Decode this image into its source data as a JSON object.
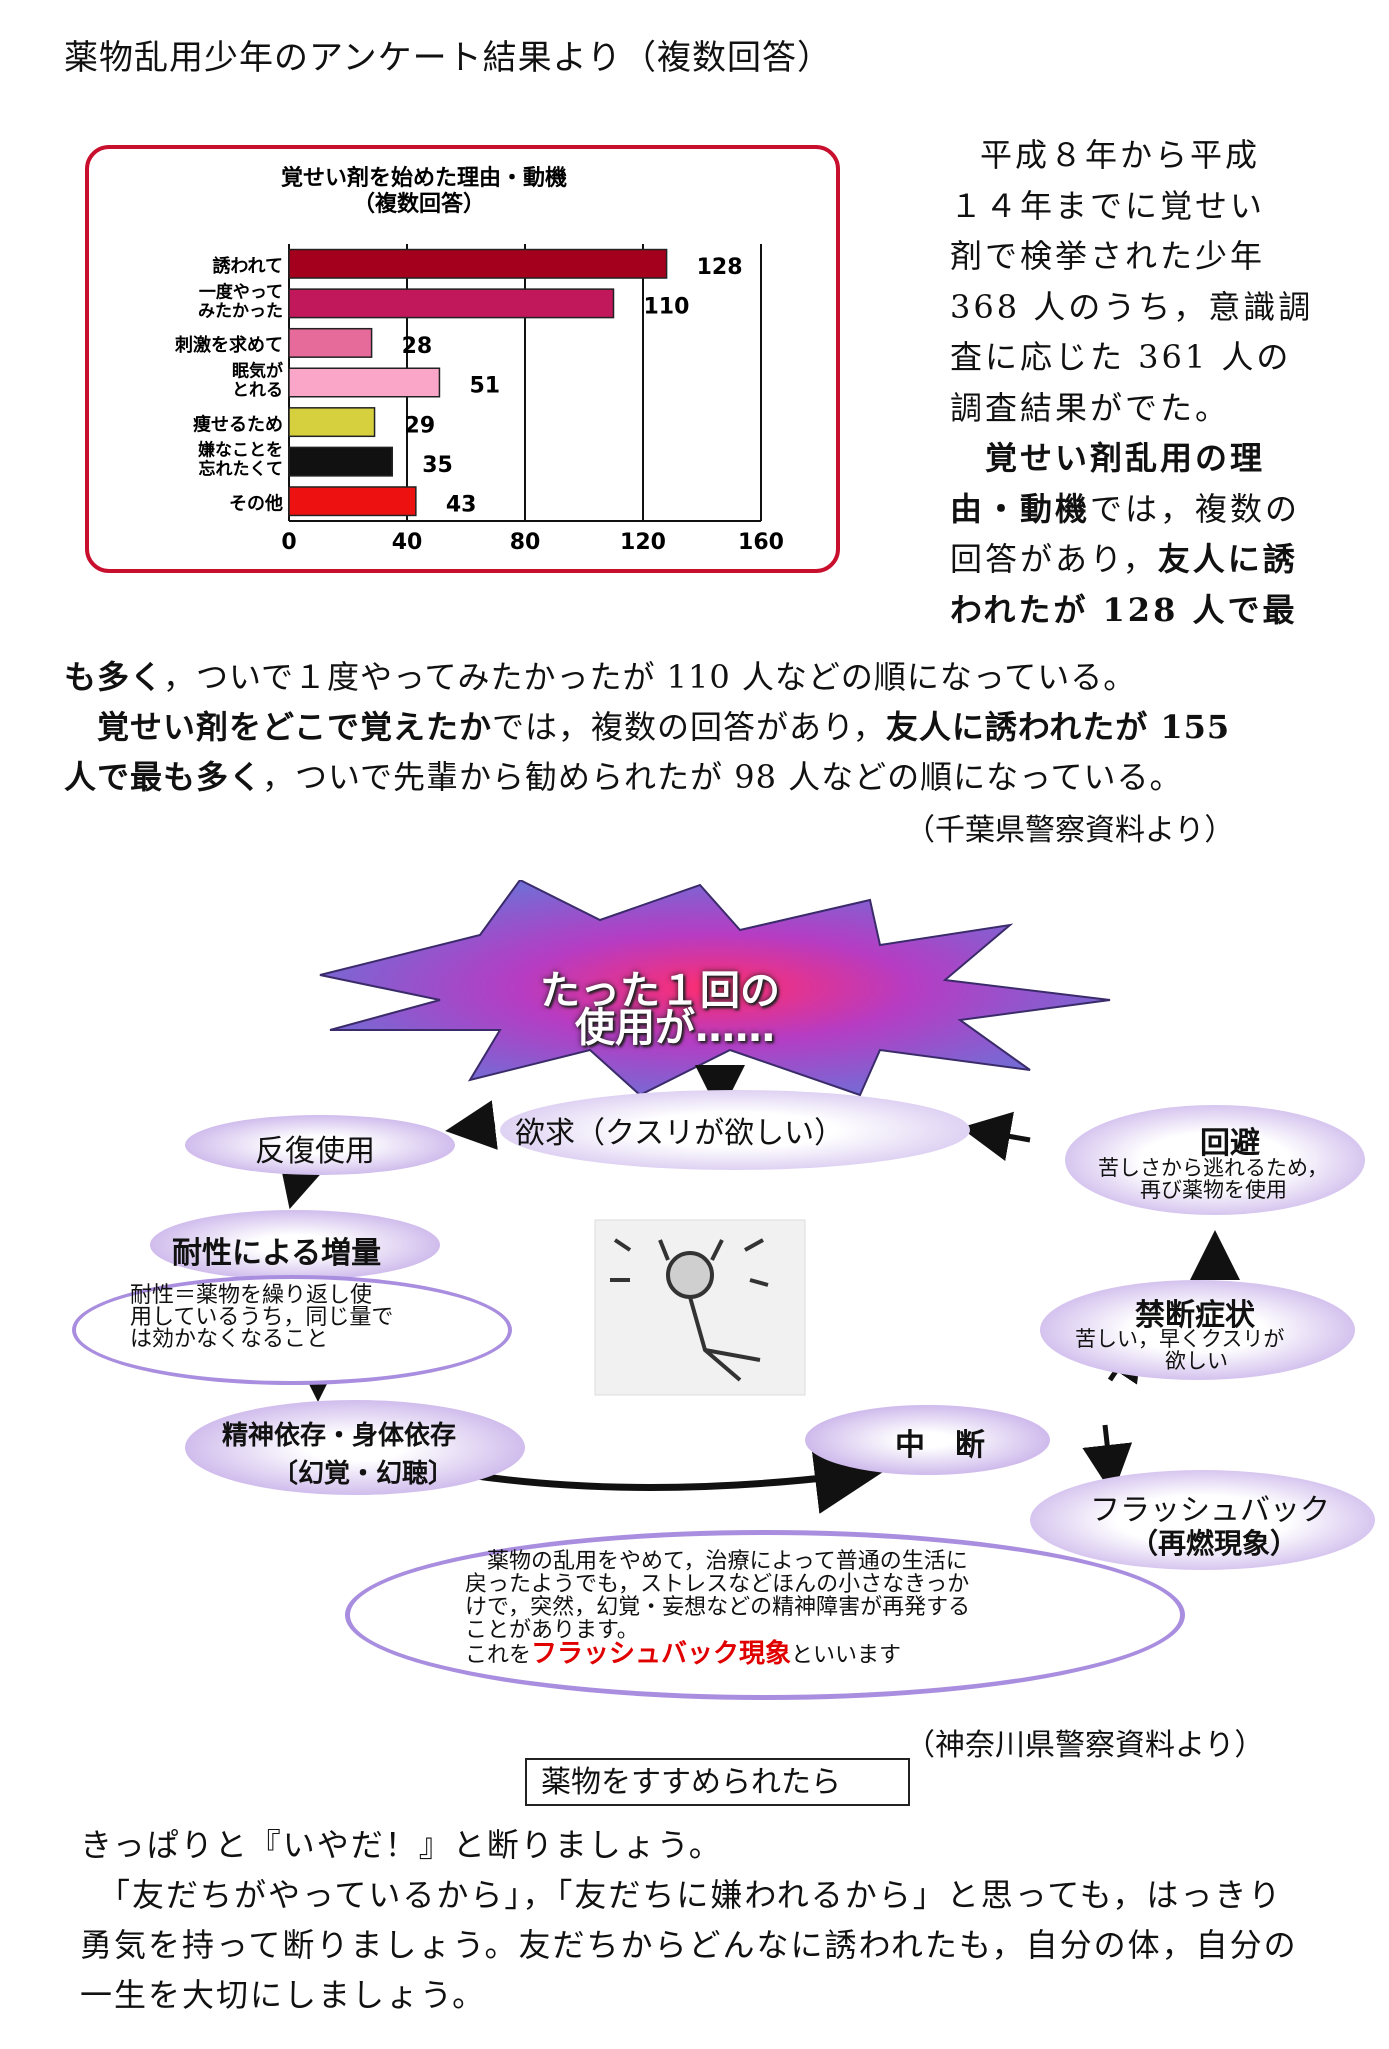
{
  "heading": "薬物乱用少年のアンケート結果より（複数回答）",
  "chart_data": {
    "type": "bar",
    "orientation": "horizontal",
    "title": "覚せい剤を始めた理由・動機",
    "subtitle": "（複数回答）",
    "categories": [
      "誘われて",
      "一度やってみたかった",
      "刺激を求めて",
      "眠気がとれる",
      "痩せるため",
      "嫌なことを忘れたくて",
      "その他"
    ],
    "category_lines": [
      [
        "誘われて"
      ],
      [
        "一度やって",
        "みたかった"
      ],
      [
        "刺激を求めて"
      ],
      [
        "眠気が",
        "とれる"
      ],
      [
        "痩せるため"
      ],
      [
        "嫌なことを",
        "忘れたくて"
      ],
      [
        "その他"
      ]
    ],
    "values": [
      128,
      110,
      28,
      51,
      29,
      35,
      43
    ],
    "colors": [
      "#a4001d",
      "#c0185a",
      "#e66a9a",
      "#f9a6c8",
      "#d6cf3e",
      "#111111",
      "#ee1111"
    ],
    "xlim": [
      0,
      160
    ],
    "xticks": [
      0,
      40,
      80,
      120,
      160
    ],
    "grid": true,
    "legend": "none"
  },
  "right_text": {
    "lines": [
      "平成８年から平成",
      "１４年までに覚せい",
      "剤で検挙された少年",
      "368 人のうち，意識調",
      "査に応じた 361 人の",
      "調査結果がでた。"
    ],
    "bold_lines": [
      "　覚せい剤乱用の理"
    ],
    "mixed_a": {
      "bold": "由・動機",
      "normal": "では，複数の"
    },
    "mixed_b": {
      "normal": "回答があり，",
      "bold": "友人に誘"
    },
    "bold_last": "われたが 128 人で最"
  },
  "full_text": {
    "line1": {
      "bold": "も多く",
      "normal": "，ついで１度やってみたかったが 110 人などの順になっている。"
    },
    "line2": {
      "bold1": "　覚せい剤をどこで覚えたか",
      "normal1": "では，複数の回答があり，",
      "bold2": "友人に誘われたが 155"
    },
    "line3": {
      "bold": "人で最も多く",
      "normal": "，ついで先輩から勧められたが 98 人などの順になっている。"
    }
  },
  "source1": "（千葉県警察資料より）",
  "diagram": {
    "burst_line1": "たった１回の",
    "burst_line2": "使用が……",
    "craving": "欲求（クスリが欲しい）",
    "repeat": "反復使用",
    "tolerance": "耐性による増量",
    "tolerance_def": [
      "耐性＝薬物を繰り返し使",
      "用しているうち，同じ量で",
      "は効かなくなること"
    ],
    "dependence": "精神依存・身体依存",
    "hallucination": "〔幻覚・幻聴〕",
    "stop": "中　断",
    "avoid_title": "回避",
    "avoid_desc": [
      "苦しさから逃れるため，",
      "再び薬物を使用"
    ],
    "withdrawal_title": "禁断症状",
    "withdrawal_desc": [
      "苦しい，早くクスリが",
      "欲しい"
    ],
    "flashback_title": "フラッシュバック",
    "flashback_sub": "（再燃現象）",
    "flashback_desc": [
      "　薬物の乱用をやめて，治療によって普通の生活に",
      "戻ったようでも，ストレスなどほんの小さなきっか",
      "けで，突然，幻覚・妄想などの精神障害が再発する",
      "ことがあります。"
    ],
    "flashback_last_pre": "これを",
    "flashback_last_red": "フラッシュバック現象",
    "flashback_last_post": "といいます"
  },
  "source2": "（神奈川県警察資料より）",
  "box_title": "薬物をすすめられたら",
  "bottom_lines": [
    "きっぱりと『いやだ！』と断りましょう。",
    "　「友だちがやっているから」，「友だちに嫌われるから」と思っても，はっきり",
    "勇気を持って断りましょう。友だちからどんなに誘われたも，自分の体，自分の",
    "一生を大切にしましょう。"
  ]
}
